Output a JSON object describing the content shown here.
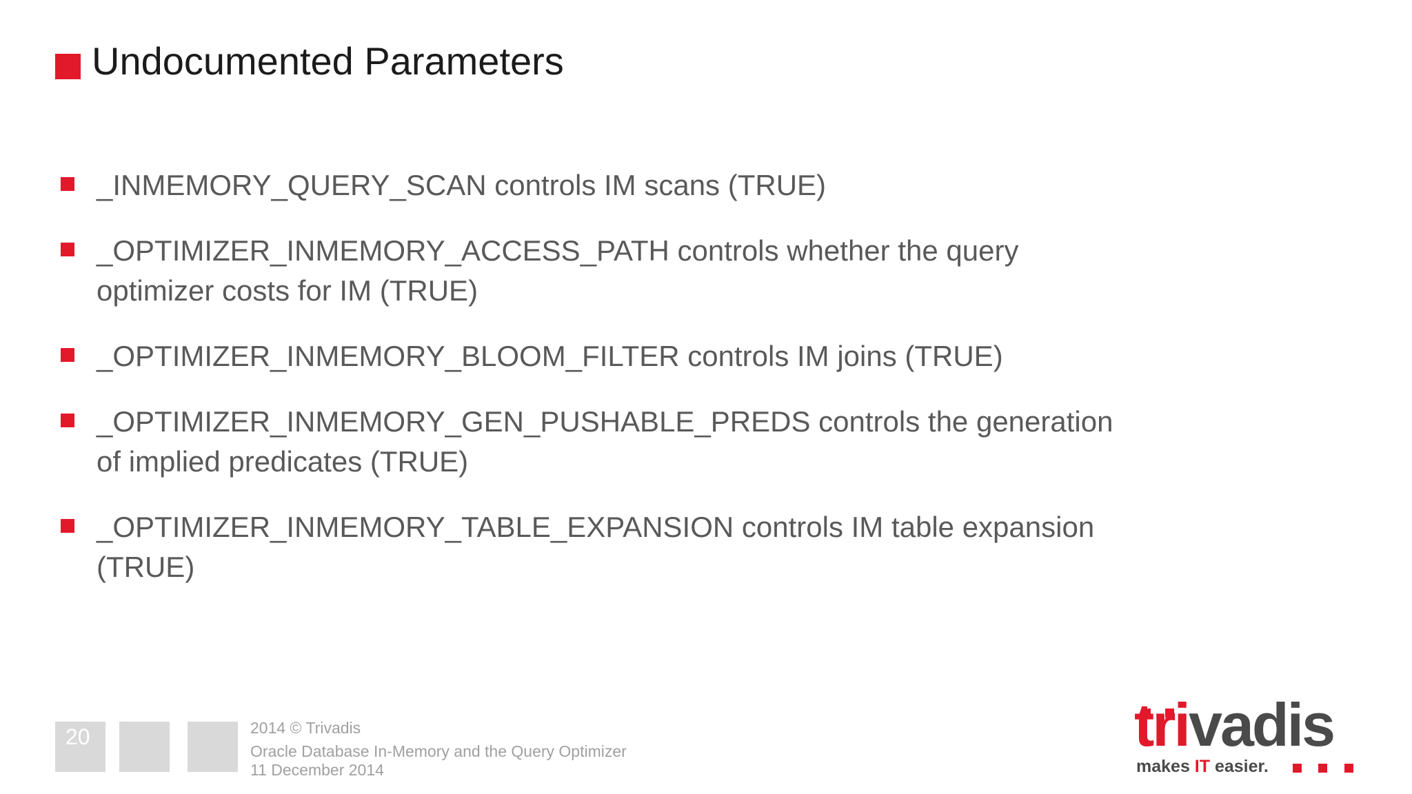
{
  "slide": {
    "title": "Undocumented Parameters",
    "bullets": [
      {
        "lines": [
          "_INMEMORY_QUERY_SCAN controls IM scans (TRUE)"
        ]
      },
      {
        "lines": [
          "_OPTIMIZER_INMEMORY_ACCESS_PATH controls whether the query",
          "optimizer costs for IM (TRUE)"
        ]
      },
      {
        "lines": [
          "_OPTIMIZER_INMEMORY_BLOOM_FILTER controls IM joins (TRUE)"
        ]
      },
      {
        "lines": [
          "_OPTIMIZER_INMEMORY_GEN_PUSHABLE_PREDS controls the generation",
          "of implied predicates (TRUE)"
        ]
      },
      {
        "lines": [
          "_OPTIMIZER_INMEMORY_TABLE_EXPANSION controls IM table expansion",
          "(TRUE)"
        ]
      }
    ]
  },
  "footer": {
    "page_number": "20",
    "copyright": "2014 © Trivadis",
    "presentation_title": "Oracle Database In-Memory and the Query Optimizer",
    "date": "11 December 2014"
  },
  "logo": {
    "brand_red_part": "tri",
    "brand_gray_part": "vadis",
    "tagline_prefix": "makes ",
    "tagline_accent": "IT",
    "tagline_suffix": " easier."
  },
  "colors": {
    "accent_red": "#e2182b",
    "body_text": "#595959",
    "title_text": "#1b1b1b",
    "footer_gray": "#9fa0a0",
    "square_gray": "#d9d9d9",
    "logo_gray": "#4a4a4b"
  }
}
